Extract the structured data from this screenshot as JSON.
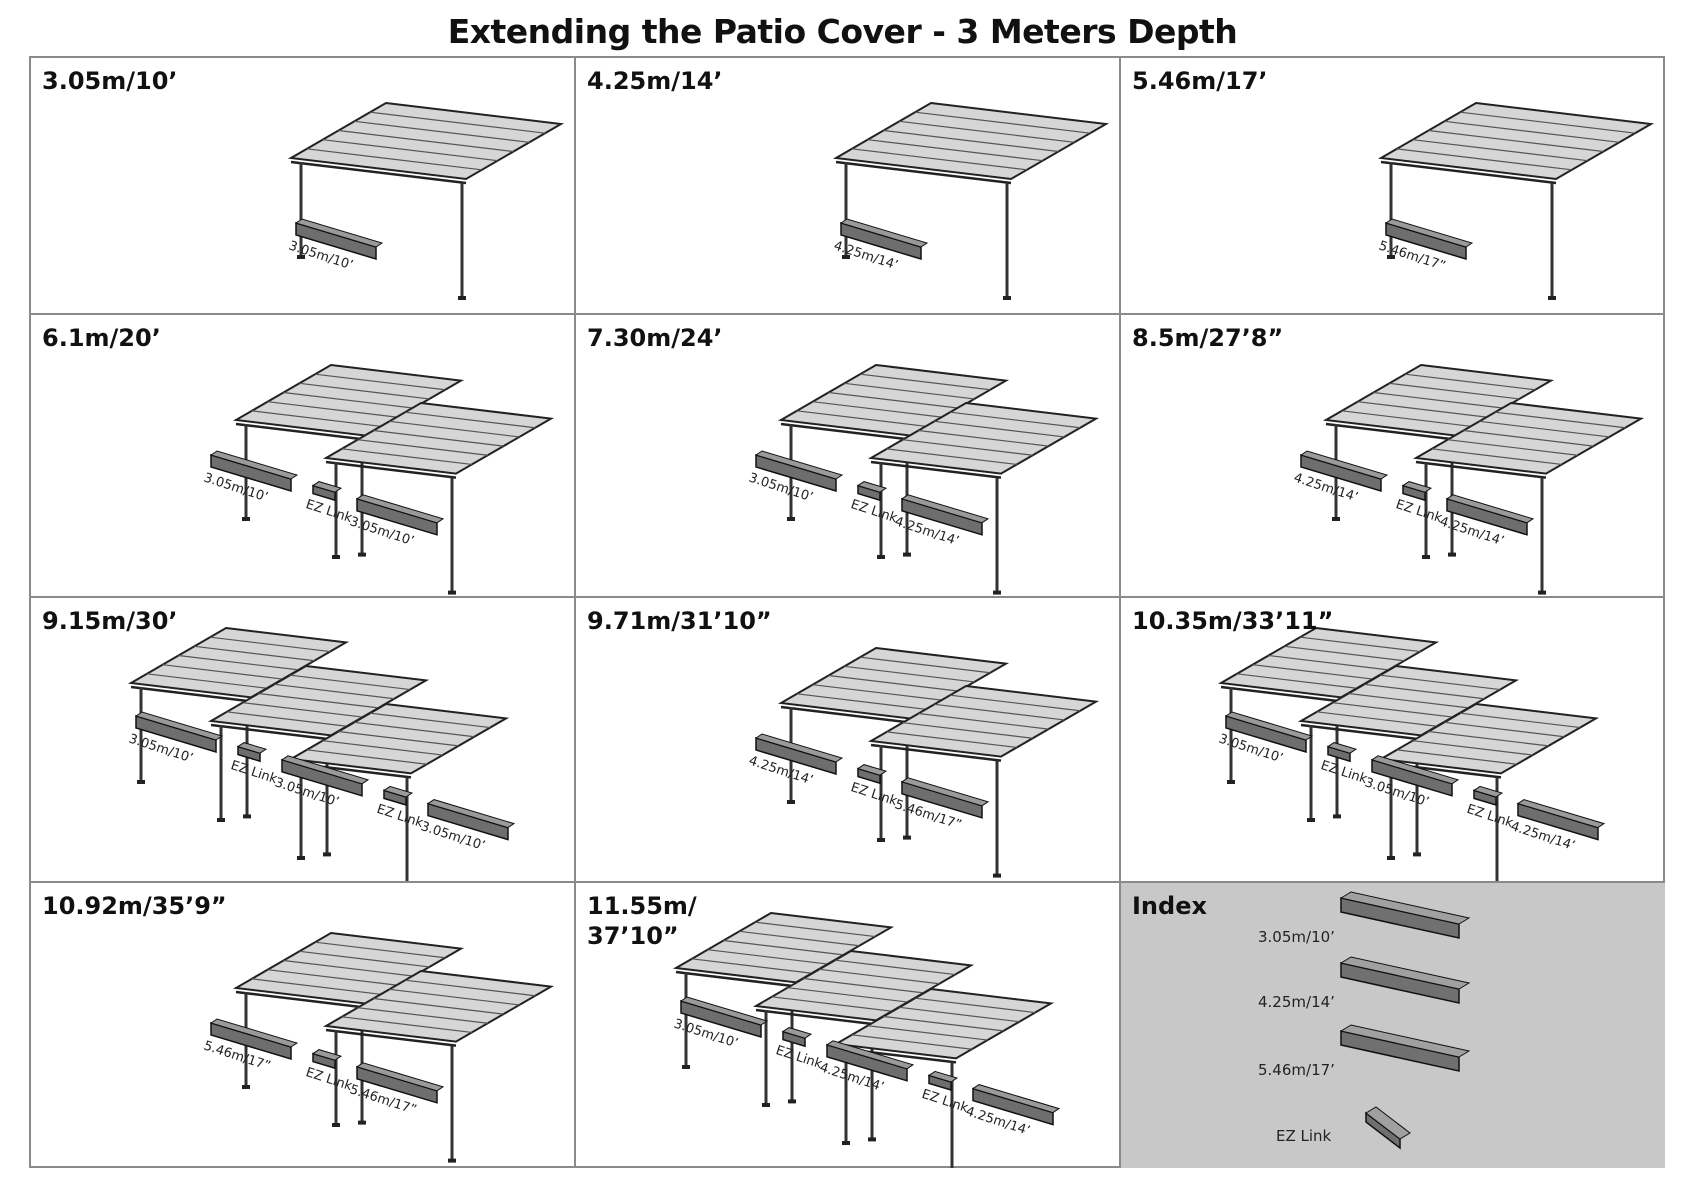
{
  "title": "Extending the Patio Cover - 3 Meters Depth",
  "cells": [
    {
      "label": "3.05m/10’",
      "modules": 1,
      "packages": [
        "3.05m/10’"
      ]
    },
    {
      "label": "4.25m/14’",
      "modules": 1,
      "packages": [
        "4.25m/14’"
      ]
    },
    {
      "label": "5.46m/17’",
      "modules": 1,
      "packages": [
        "5.46m/17”"
      ]
    },
    {
      "label": "6.1m/20’",
      "modules": 2,
      "packages": [
        "3.05m/10’",
        "EZ Link",
        "3.05m/10’"
      ]
    },
    {
      "label": "7.30m/24’",
      "modules": 2,
      "packages": [
        "3.05m/10’",
        "EZ Link",
        "4.25m/14’"
      ]
    },
    {
      "label": "8.5m/27’8”",
      "modules": 2,
      "packages": [
        "4.25m/14’",
        "EZ Link",
        "4.25m/14’"
      ]
    },
    {
      "label": "9.15m/30’",
      "modules": 3,
      "packages": [
        "3.05m/10’",
        "EZ Link",
        "3.05m/10’",
        "EZ Link",
        "3.05m/10’"
      ]
    },
    {
      "label": "9.71m/31’10”",
      "modules": 2,
      "packages": [
        "4.25m/14’",
        "EZ Link",
        "5.46m/17”"
      ]
    },
    {
      "label": "10.35m/33’11”",
      "modules": 3,
      "packages": [
        "3.05m/10’",
        "EZ Link",
        "3.05m/10’",
        "EZ Link",
        "4.25m/14’"
      ]
    },
    {
      "label": "10.92m/35’9”",
      "modules": 2,
      "packages": [
        "5.46m/17”",
        "EZ Link",
        "5.46m/17”"
      ]
    },
    {
      "label": "11.55m/\n37’10”",
      "modules": 3,
      "packages": [
        "3.05m/10’",
        "EZ Link",
        "4.25m/14’",
        "EZ Link",
        "4.25m/14’"
      ]
    }
  ],
  "index": {
    "heading": "Index",
    "items": [
      "3.05m/10’",
      "4.25m/14’",
      "5.46m/17’",
      "EZ Link"
    ]
  }
}
